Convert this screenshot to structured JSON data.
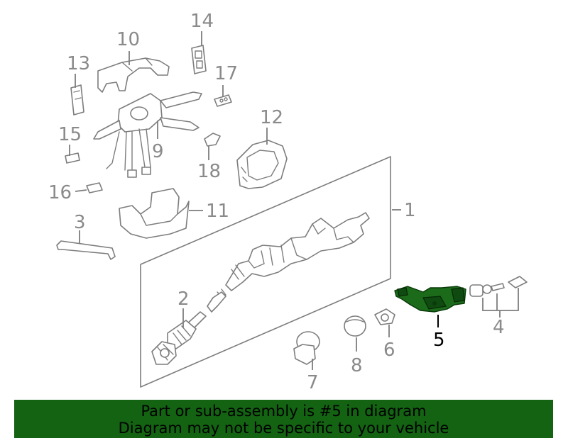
{
  "callouts": {
    "c1": "1",
    "c2": "2",
    "c3": "3",
    "c4": "4",
    "c5": "5",
    "c6": "6",
    "c7": "7",
    "c8": "8",
    "c9": "9",
    "c10": "10",
    "c11": "11",
    "c12": "12",
    "c13": "13",
    "c14": "14",
    "c15": "15",
    "c16": "16",
    "c17": "17",
    "c18": "18"
  },
  "highlighted_part": "5",
  "colors": {
    "highlight": "#1b6b1b",
    "banner": "#136313",
    "line_art": "#7d7d7d"
  },
  "footer": {
    "line1": "Part or sub-assembly is #5 in diagram",
    "line2": "Diagram may not be specific to your vehicle"
  }
}
